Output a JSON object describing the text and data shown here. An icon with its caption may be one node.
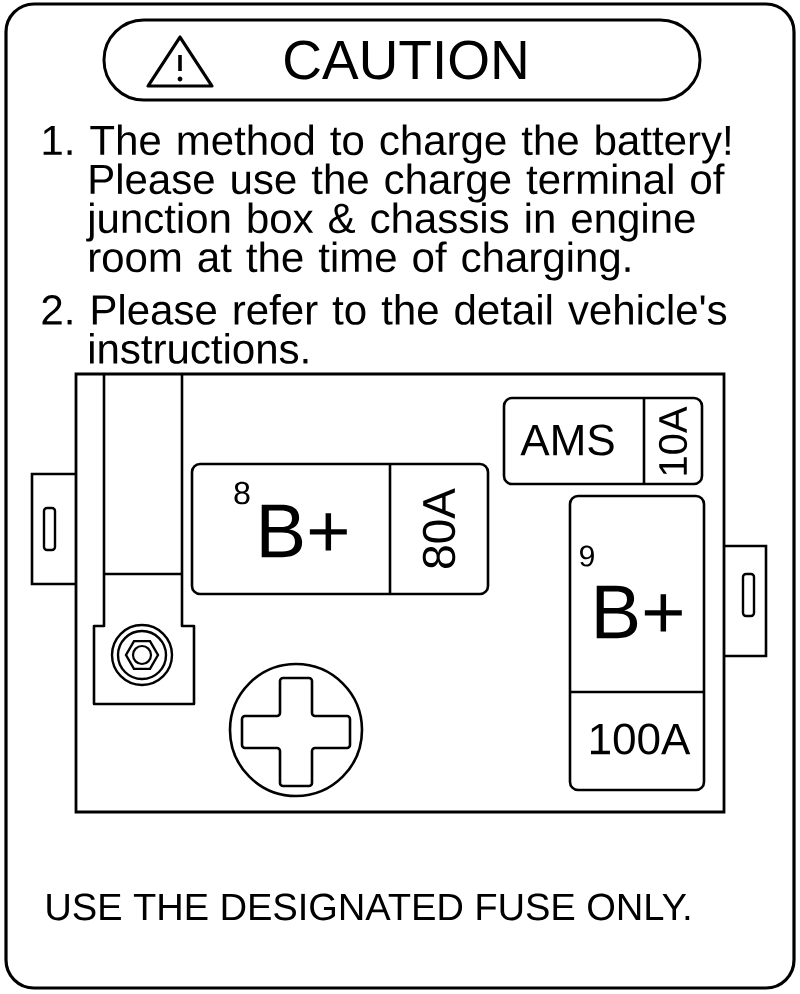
{
  "diagram": {
    "nodes": [
      {
        "text": [
          "CAUTION"
        ]
      },
      {
        "text": [],
        "shape": "box"
      },
      {
        "text": [
          "8",
          "B+",
          "80A"
        ],
        "in": 1
      },
      {
        "text": [
          "AMS",
          "10A"
        ],
        "in": 1
      },
      {
        "text": [
          "9",
          "B+",
          "100A"
        ],
        "in": 1
      }
    ],
    "labels": [
      "1. The method to charge the battery! Please use the charge terminal of junction box & chassis in engine room at the time of charging.",
      "2. Please refer to the detail vehicle's instructions.",
      "USE THE DESIGNATED FUSE ONLY."
    ]
  }
}
